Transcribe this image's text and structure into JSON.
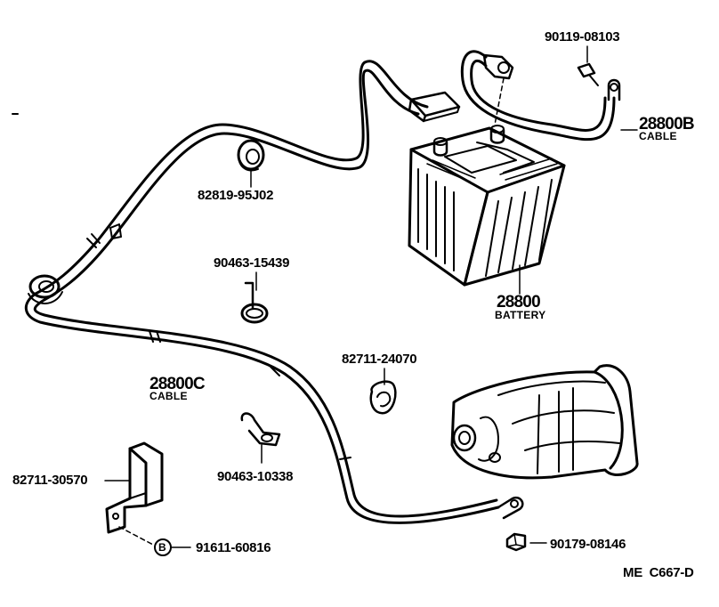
{
  "parts": {
    "battery_terminal_bolt": "90119-08103",
    "positive_cable_no": "28800B",
    "positive_cable_name": "CABLE",
    "grommet": "82819-95J02",
    "battery_no": "28800",
    "battery_name": "BATTERY",
    "clamp_upper": "90463-15439",
    "clip_cable": "82711-24070",
    "main_cable_no": "28800C",
    "main_cable_name": "CABLE",
    "clamp_lower": "90463-10338",
    "bracket": "82711-30570",
    "bolt_marker": "B",
    "bolt": "91611-60816",
    "nut": "90179-08146"
  },
  "footer": {
    "code": "ME  C667-D"
  }
}
